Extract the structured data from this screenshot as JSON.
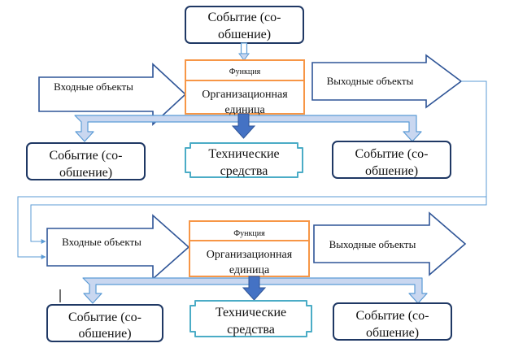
{
  "colors": {
    "event_border": "#1f3864",
    "function_border": "#f79646",
    "tech_border": "#4bacc6",
    "arrow_border": "#2f5597",
    "down_arrow_fill": "#4472c4",
    "branch_fill": "#c9d7f0",
    "connector": "#5b9bd5"
  },
  "top_event": {
    "line1": "Событие (со-",
    "line2": "обшение)"
  },
  "block1": {
    "function_label": "Функция",
    "unit_line1": "Организационная",
    "unit_line2": "единица",
    "input_label": "Входные объекты",
    "output_label": "Выходные объекты",
    "left_event": {
      "line1": "Событие (со-",
      "line2": "обшение)"
    },
    "tech": {
      "line1": "Технические",
      "line2": "средства"
    },
    "right_event": {
      "line1": "Событие (со-",
      "line2": "обшение)"
    }
  },
  "block2": {
    "function_label": "Функция",
    "unit_line1": "Организационная",
    "unit_line2": "единица",
    "input_label": "Входные объекты",
    "output_label": "Выходные объекты",
    "left_event": {
      "line1": "Событие (со-",
      "line2": "обшение)"
    },
    "tech": {
      "line1": "Технические",
      "line2": "средства"
    },
    "right_event": {
      "line1": "Событие (со-",
      "line2": "обшение)"
    }
  }
}
